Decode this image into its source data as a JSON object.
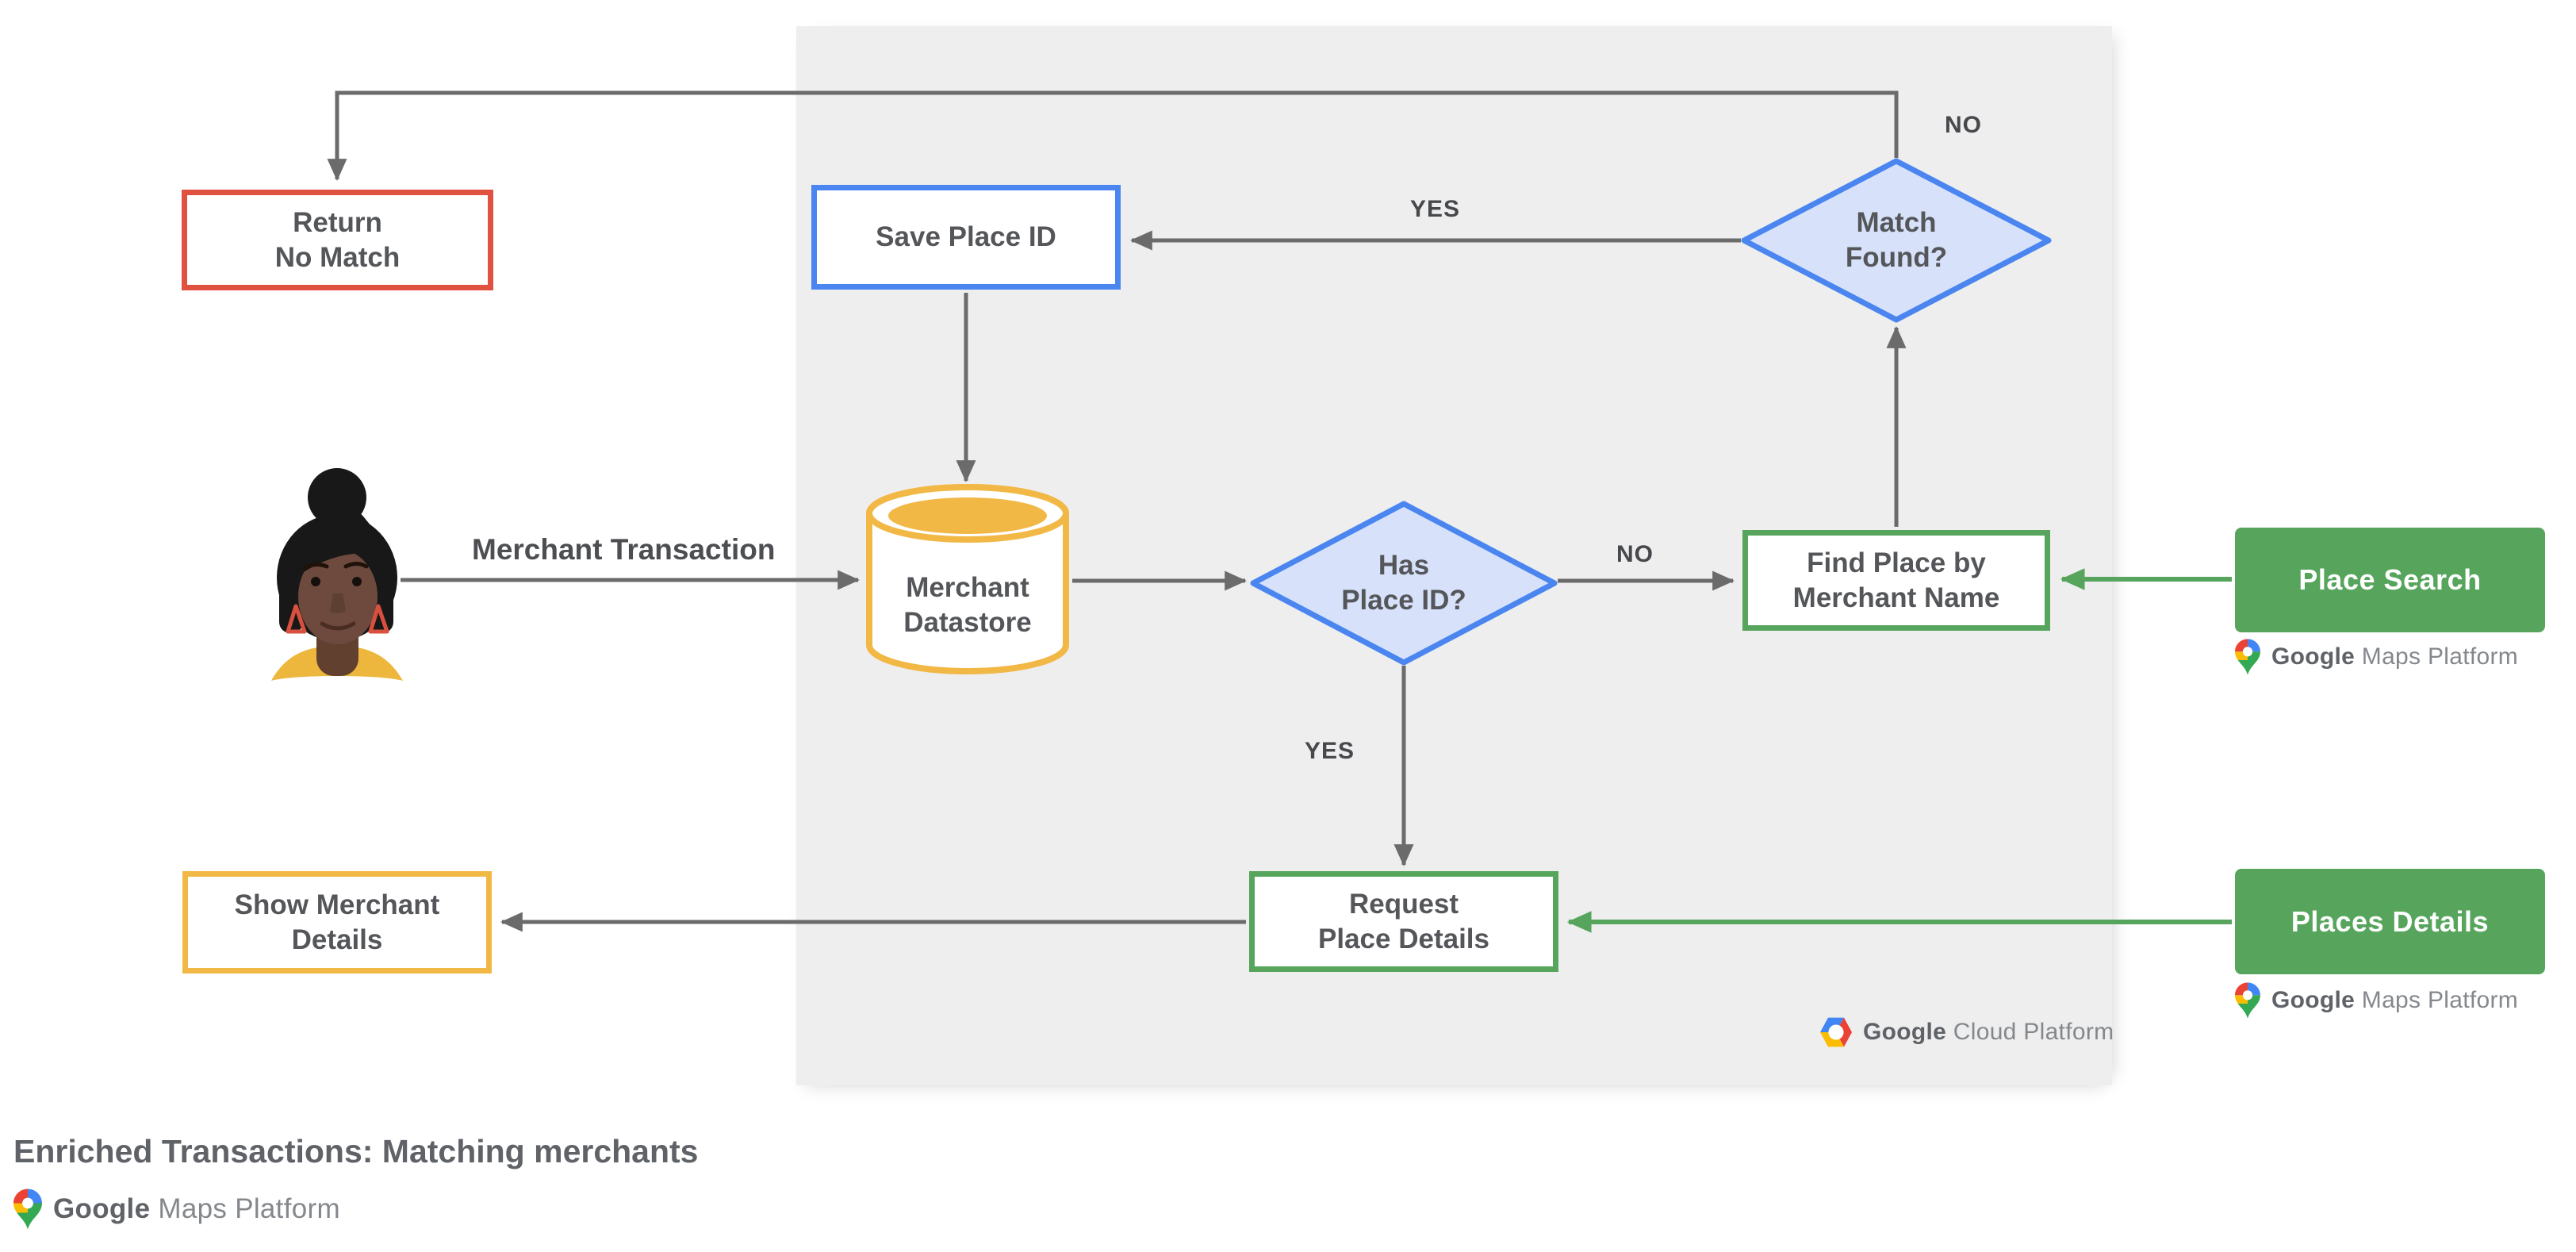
{
  "page_title": "Enriched Transactions: Matching merchants",
  "nodes": {
    "return_no_match": "Return\nNo Match",
    "save_place_id": "Save Place ID",
    "match_found": "Match\nFound?",
    "merchant_datastore": "Merchant\nDatastore",
    "has_place_id": "Has\nPlace ID?",
    "find_place_by_merchant_name": "Find Place by\nMerchant Name",
    "request_place_details": "Request\nPlace Details",
    "show_merchant_details": "Show Merchant\nDetails",
    "place_search": "Place Search",
    "places_details": "Places Details"
  },
  "edge_labels": {
    "match_found_yes": "YES",
    "match_found_no": "NO",
    "has_place_id_no": "NO",
    "has_place_id_yes": "YES"
  },
  "actor_flow_label": "Merchant Transaction",
  "brand": {
    "maps": {
      "google": "Google",
      "product": "Maps Platform"
    },
    "cloud": {
      "google": "Google",
      "product": "Cloud Platform"
    }
  },
  "colors": {
    "red": "#E0523F",
    "blue": "#4A85F0",
    "blue_fill": "#D7E2FA",
    "yellow": "#F2B846",
    "green": "#57A55D",
    "panel_gray": "#EEEEEE",
    "line_gray": "#6B6B6B"
  }
}
